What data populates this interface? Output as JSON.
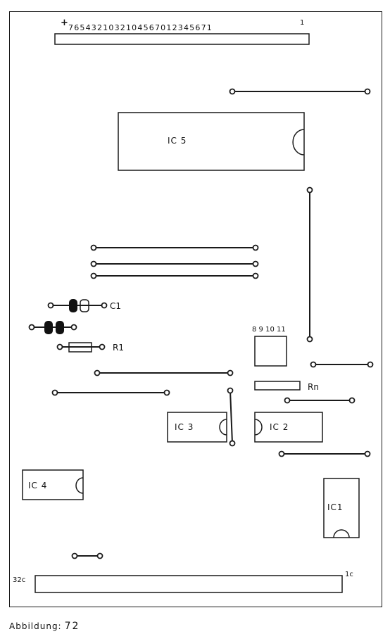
{
  "connector_top": {
    "plus_sign": "+",
    "pin_numbers": "7654321032104567012345671",
    "pin_one": "1"
  },
  "components": {
    "ic5": "IC 5",
    "ic3": "IC 3",
    "ic2": "IC 2",
    "ic4": "IC 4",
    "ic1": "IC1",
    "c1": "C1",
    "r1": "R1",
    "rn": "Rn",
    "rn_pins": "8 9 10 11"
  },
  "connector_bottom": {
    "left_label": "32c",
    "right_label": "1c"
  },
  "caption": {
    "text": "Abbildung:",
    "number": "72"
  }
}
